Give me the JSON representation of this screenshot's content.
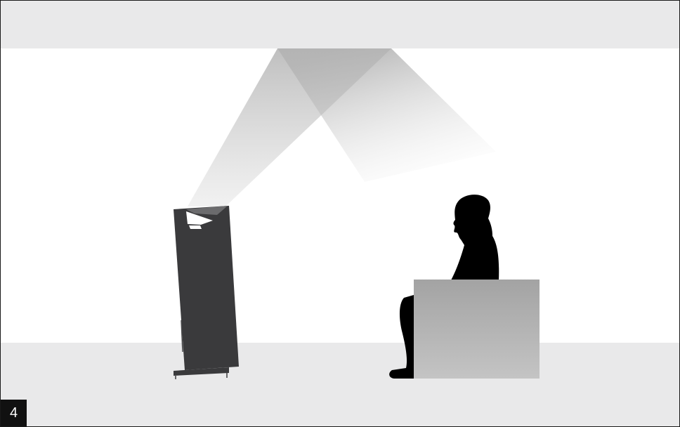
{
  "figure": {
    "step_number": "4"
  },
  "colors": {
    "ceiling": "#e9e9ea",
    "floor": "#e9e9ea",
    "speaker": "#3a3a3c",
    "listener": "#000000",
    "seat_top": "#a3a3a3",
    "seat_bottom": "#c4c4c4",
    "badge": "#111111"
  },
  "icons": {
    "speaker": "tower-speaker-with-upfiring-driver",
    "listener": "seated-person-silhouette",
    "seat": "seat-box"
  }
}
